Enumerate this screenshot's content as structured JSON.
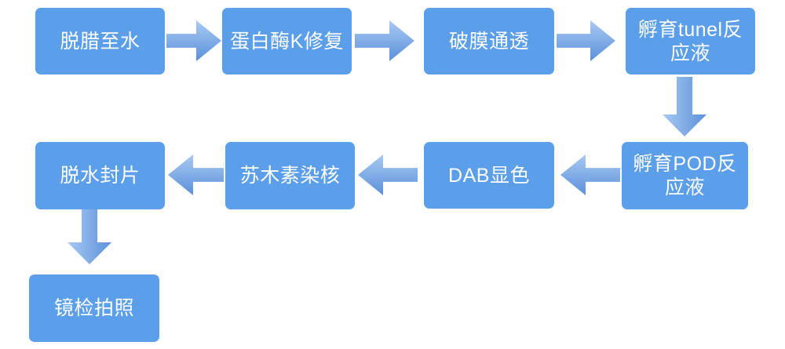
{
  "page": {
    "background": "#ffffff"
  },
  "flowchart": {
    "colors": {
      "node_fill": "#5b9eea",
      "node_text": "#ffffff",
      "arrow_light": "#a8caf3",
      "arrow_dark": "#5b90da"
    },
    "nodes": [
      {
        "id": "dewax-to-water",
        "label": "脱腊至水"
      },
      {
        "id": "proteinase-k",
        "label": "蛋白酶K修复"
      },
      {
        "id": "permeabilization",
        "label": "破膜通透"
      },
      {
        "id": "tunel-incubation",
        "label": "孵育tunel反\n应液"
      },
      {
        "id": "pod-incubation",
        "label": "孵育POD反\n应液"
      },
      {
        "id": "dab-staining",
        "label": "DAB显色"
      },
      {
        "id": "hematoxylin",
        "label": "苏木素染核"
      },
      {
        "id": "dehydrate-mount",
        "label": "脱水封片"
      },
      {
        "id": "microscopy-photo",
        "label": "镜检拍照"
      }
    ],
    "edges": [
      {
        "from": "dewax-to-water",
        "to": "proteinase-k",
        "direction": "right"
      },
      {
        "from": "proteinase-k",
        "to": "permeabilization",
        "direction": "right"
      },
      {
        "from": "permeabilization",
        "to": "tunel-incubation",
        "direction": "right"
      },
      {
        "from": "tunel-incubation",
        "to": "pod-incubation",
        "direction": "down"
      },
      {
        "from": "pod-incubation",
        "to": "dab-staining",
        "direction": "left"
      },
      {
        "from": "dab-staining",
        "to": "hematoxylin",
        "direction": "left"
      },
      {
        "from": "hematoxylin",
        "to": "dehydrate-mount",
        "direction": "left"
      },
      {
        "from": "dehydrate-mount",
        "to": "microscopy-photo",
        "direction": "down"
      }
    ]
  }
}
